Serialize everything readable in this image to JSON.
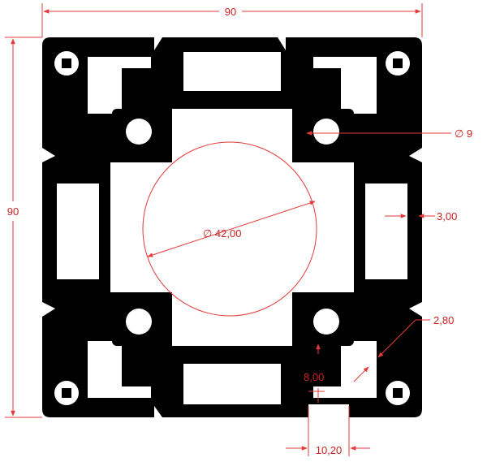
{
  "drawing": {
    "dimensions": {
      "width": "90",
      "height": "90",
      "hole_diameter": "∅ 9",
      "core_diameter": "∅ 42,00",
      "wall_thickness": "3,00",
      "web_thickness": "2,80",
      "slot_opening": "8,00",
      "slot_width": "10,20"
    },
    "colors": {
      "profile": "#000000",
      "dimension": "#e23a3a",
      "background": "#ffffff"
    }
  }
}
